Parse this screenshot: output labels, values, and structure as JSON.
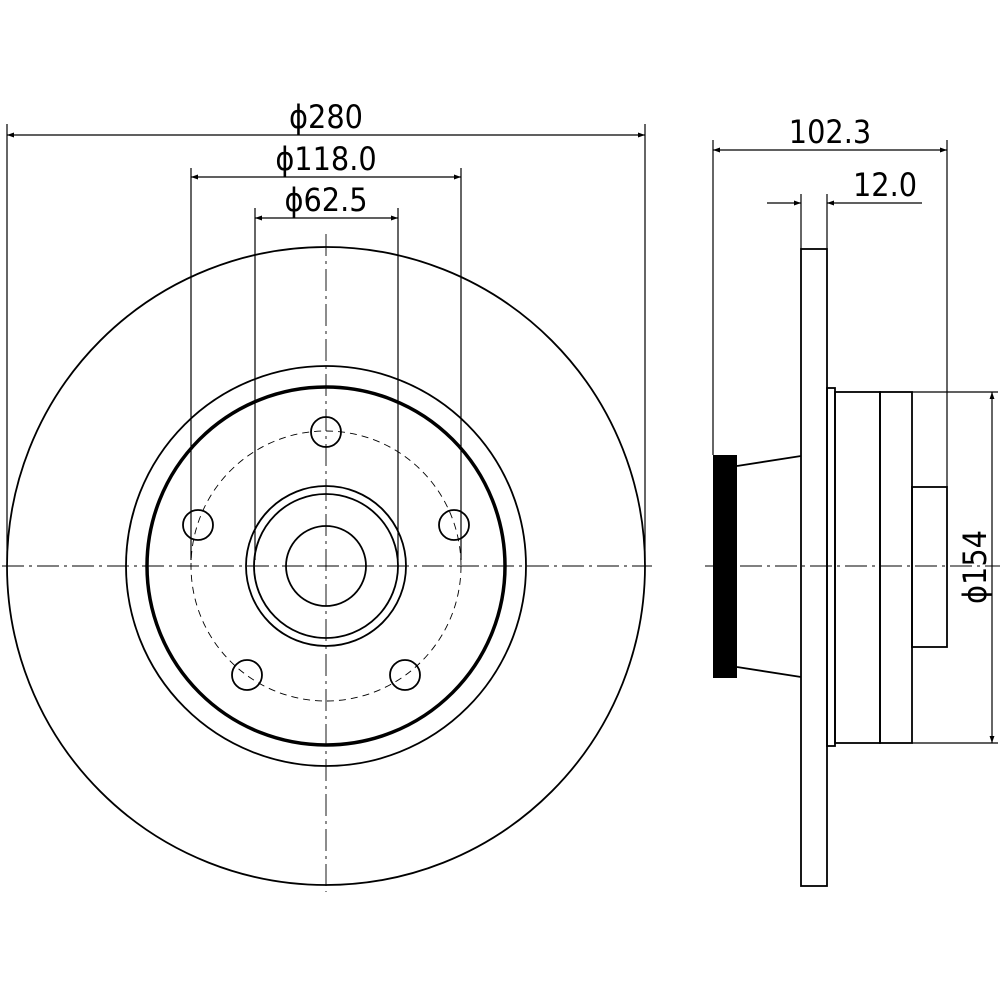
{
  "front_view": {
    "dim_outer_diameter": "ϕ280",
    "dim_bolt_circle": "ϕ118.0",
    "dim_center_bore": "ϕ62.5"
  },
  "side_view": {
    "dim_overall_height": "102.3",
    "dim_disc_thickness": "12.0",
    "dim_hub_diameter": "ϕ154"
  },
  "colors": {
    "line": "#000000",
    "background": "#ffffff"
  }
}
